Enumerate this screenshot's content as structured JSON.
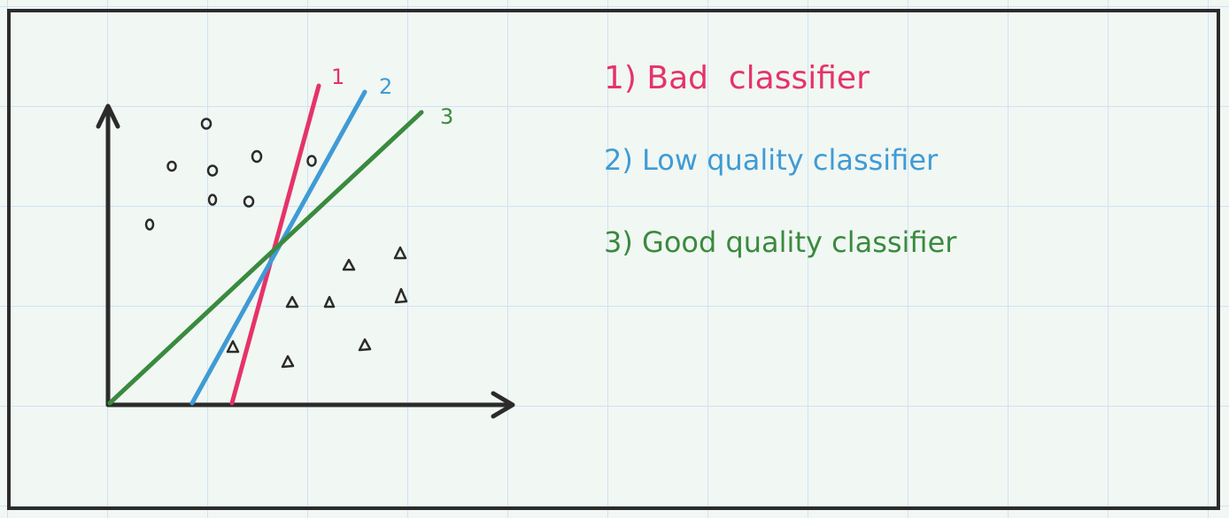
{
  "colors": {
    "background": "#f1f7f3",
    "grid": "#cfe3f3",
    "ink": "#2b2b2b",
    "line1": "#e5336a",
    "line2": "#3f9bd5",
    "line3": "#3a8a3e"
  },
  "line_labels": {
    "l1": "1",
    "l2": "2",
    "l3": "3"
  },
  "legend": {
    "item1": "1) Bad  classifier",
    "item2": "2) Low quality classifier",
    "item3": "3) Good quality classifier"
  },
  "markers": {
    "circle_symbol": "o",
    "triangle_symbol": "triangle"
  }
}
